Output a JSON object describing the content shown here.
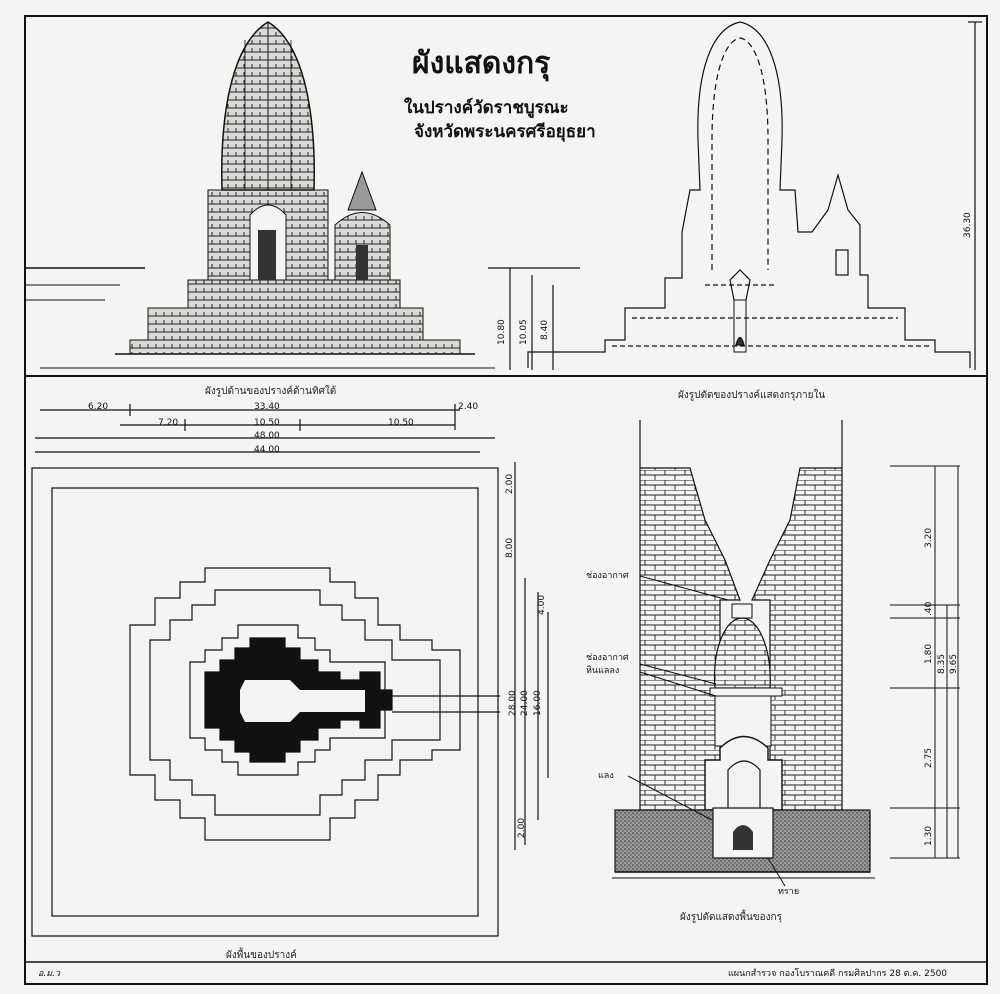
{
  "header": {
    "title": "ผังแสดงกรุ",
    "subtitle_line1": "ในปรางค์วัดราชบูรณะ",
    "subtitle_line2": "จังหวัดพระนครศรีอยุธยา"
  },
  "captions": {
    "elevation": "ผังรูปด้านของปรางค์ด้านทิศใต้",
    "section": "ผังรูปตัดของปรางค์แสดงกรุภายใน",
    "plan": "ผังพื้นของปรางค์",
    "crypt": "ผังรูปตัดแสดงพื้นของกรุ"
  },
  "section_dims": {
    "height_total": "36.30",
    "h1": "10.80",
    "h2": "10.05",
    "h3": "8.40"
  },
  "plan_dims_horizontal": {
    "d1": "6.20",
    "d2": "33.40",
    "d3": "2.40",
    "d4": "7.20",
    "d5": "10.50",
    "d6": "10.50",
    "d7": "48.00",
    "d8": "44.00"
  },
  "plan_dims_vertical": {
    "v1": "2.00",
    "v2": "8.00",
    "v3": "4.00",
    "v4": "28.00",
    "v5": "24.00",
    "v6": "16.00",
    "v7": "2.00"
  },
  "crypt_labels": {
    "vent": "ช่องอากาศ",
    "vent_stone": "ช่องอากาศ หินแลลง",
    "laterite": "แลง",
    "sand": "ทราย"
  },
  "crypt_dims": {
    "c1": "3.20",
    "c2": ".40",
    "c3": "1.80",
    "c4": "8.35",
    "c5": "9.65",
    "c6": "2.75",
    "c7": "1.30"
  },
  "footer": {
    "left_mark": "อ.ม.ว",
    "credit": "แผนกสำรวจ กองโบราณคดี กรมศิลปากร 28 ต.ค. 2500"
  },
  "colors": {
    "ink": "#111111",
    "paper": "#f4f4f2"
  }
}
